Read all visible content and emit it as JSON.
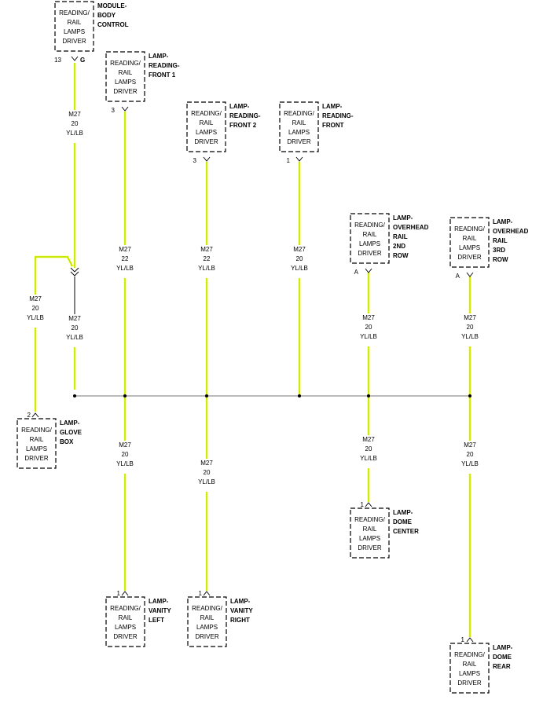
{
  "wire_colors": {
    "yellow": "#ffff00",
    "green_stripe": "#8cd61c",
    "black": "#000000"
  },
  "components": [
    {
      "id": "body-control",
      "lines": [
        "READING/",
        "RAIL",
        "LAMPS",
        "DRIVER"
      ],
      "title": [
        "MODULE-",
        "BODY",
        "CONTROL"
      ],
      "pin": "13",
      "pin_extra": "G",
      "end": "bottom"
    },
    {
      "id": "reading-front-1",
      "lines": [
        "READING/",
        "RAIL",
        "LAMPS",
        "DRIVER"
      ],
      "title": [
        "LAMP-",
        "READING-",
        "FRONT 1"
      ],
      "pin": "3",
      "end": "bottom"
    },
    {
      "id": "reading-front-2",
      "lines": [
        "READING/",
        "RAIL",
        "LAMPS",
        "DRIVER"
      ],
      "title": [
        "LAMP-",
        "READING-",
        "FRONT 2"
      ],
      "pin": "3",
      "end": "bottom"
    },
    {
      "id": "reading-front",
      "lines": [
        "READING/",
        "RAIL",
        "LAMPS",
        "DRIVER"
      ],
      "title": [
        "LAMP-",
        "READING-",
        "FRONT"
      ],
      "pin": "1",
      "end": "bottom"
    },
    {
      "id": "overhead-2nd-row",
      "lines": [
        "READING/",
        "RAIL",
        "LAMPS",
        "DRIVER"
      ],
      "title": [
        "LAMP-",
        "OVERHEAD",
        "RAIL",
        "2ND",
        "ROW"
      ],
      "pin": "A",
      "end": "bottom"
    },
    {
      "id": "overhead-3rd-row",
      "lines": [
        "READING/",
        "RAIL",
        "LAMPS",
        "DRIVER"
      ],
      "title": [
        "LAMP-",
        "OVERHEAD",
        "RAIL",
        "3RD",
        "ROW"
      ],
      "pin": "A",
      "end": "bottom"
    },
    {
      "id": "glove-box",
      "lines": [
        "READING/",
        "RAIL",
        "LAMPS",
        "DRIVER"
      ],
      "title": [
        "LAMP-",
        "GLOVE",
        "BOX"
      ],
      "pin": "2",
      "end": "top"
    },
    {
      "id": "vanity-left",
      "lines": [
        "READING/",
        "RAIL",
        "LAMPS",
        "DRIVER"
      ],
      "title": [
        "LAMP-",
        "VANITY",
        "LEFT"
      ],
      "pin": "1",
      "end": "top"
    },
    {
      "id": "vanity-right",
      "lines": [
        "READING/",
        "RAIL",
        "LAMPS",
        "DRIVER"
      ],
      "title": [
        "LAMP-",
        "VANITY",
        "RIGHT"
      ],
      "pin": "1",
      "end": "top"
    },
    {
      "id": "dome-center",
      "lines": [
        "READING/",
        "RAIL",
        "LAMPS",
        "DRIVER"
      ],
      "title": [
        "LAMP-",
        "DOME",
        "CENTER"
      ],
      "pin": "1",
      "end": "top"
    },
    {
      "id": "dome-rear",
      "lines": [
        "READING/",
        "RAIL",
        "LAMPS",
        "DRIVER"
      ],
      "title": [
        "LAMP-",
        "DOME",
        "REAR"
      ],
      "pin": "1",
      "end": "top"
    }
  ],
  "wire_labels": [
    {
      "id": "bcm-wire",
      "lines": [
        "M27",
        "20",
        "YL/LB"
      ]
    },
    {
      "id": "front1-wire",
      "lines": [
        "M27",
        "22",
        "YL/LB"
      ]
    },
    {
      "id": "front2-wire",
      "lines": [
        "M27",
        "22",
        "YL/LB"
      ]
    },
    {
      "id": "front-wire",
      "lines": [
        "M27",
        "20",
        "YL/LB"
      ]
    },
    {
      "id": "overhead2-wire",
      "lines": [
        "M27",
        "20",
        "YL/LB"
      ]
    },
    {
      "id": "overhead3-wire",
      "lines": [
        "M27",
        "20",
        "YL/LB"
      ]
    },
    {
      "id": "glove-wire",
      "lines": [
        "M27",
        "20",
        "YL/LB"
      ]
    },
    {
      "id": "splice-wire",
      "lines": [
        "M27",
        "20",
        "YL/LB"
      ]
    },
    {
      "id": "vanity-left-wire",
      "lines": [
        "M27",
        "20",
        "YL/LB"
      ]
    },
    {
      "id": "vanity-right-wire",
      "lines": [
        "M27",
        "20",
        "YL/LB"
      ]
    },
    {
      "id": "dome-center-wire",
      "lines": [
        "M27",
        "20",
        "YL/LB"
      ]
    },
    {
      "id": "dome-rear-wire",
      "lines": [
        "M27",
        "20",
        "YL/LB"
      ]
    }
  ]
}
